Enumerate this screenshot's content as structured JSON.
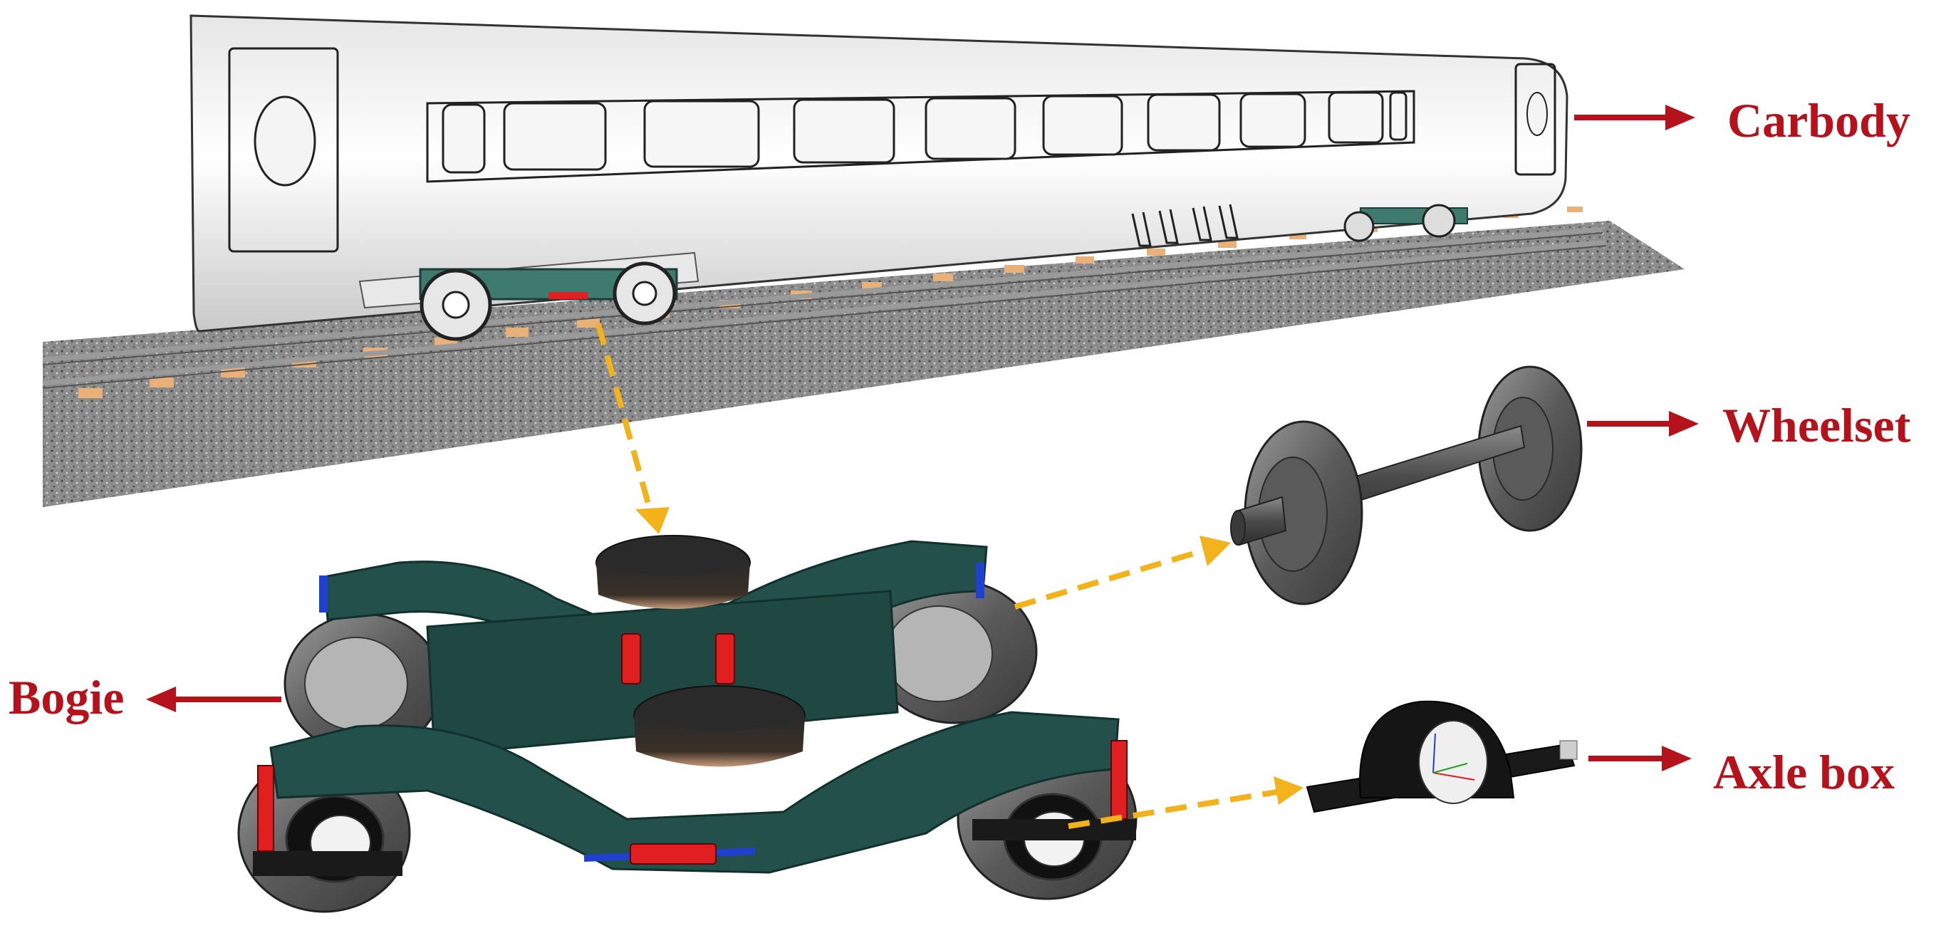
{
  "labels": {
    "carbody": "Carbody",
    "wheelset": "Wheelset",
    "bogie": "Bogie",
    "axle_box": "Axle box"
  },
  "colors": {
    "label": "#b5121b",
    "arrow": "#b5121b",
    "leader": "#f2b21c",
    "bogie_frame": "#23504a",
    "wheel_grey": "#6e6e6e",
    "body_white": "#f2f2f2",
    "ballast": "#8a8a8a",
    "sleeper": "#e9b07a",
    "damper_red": "#e02020",
    "link_blue": "#2040d0"
  }
}
